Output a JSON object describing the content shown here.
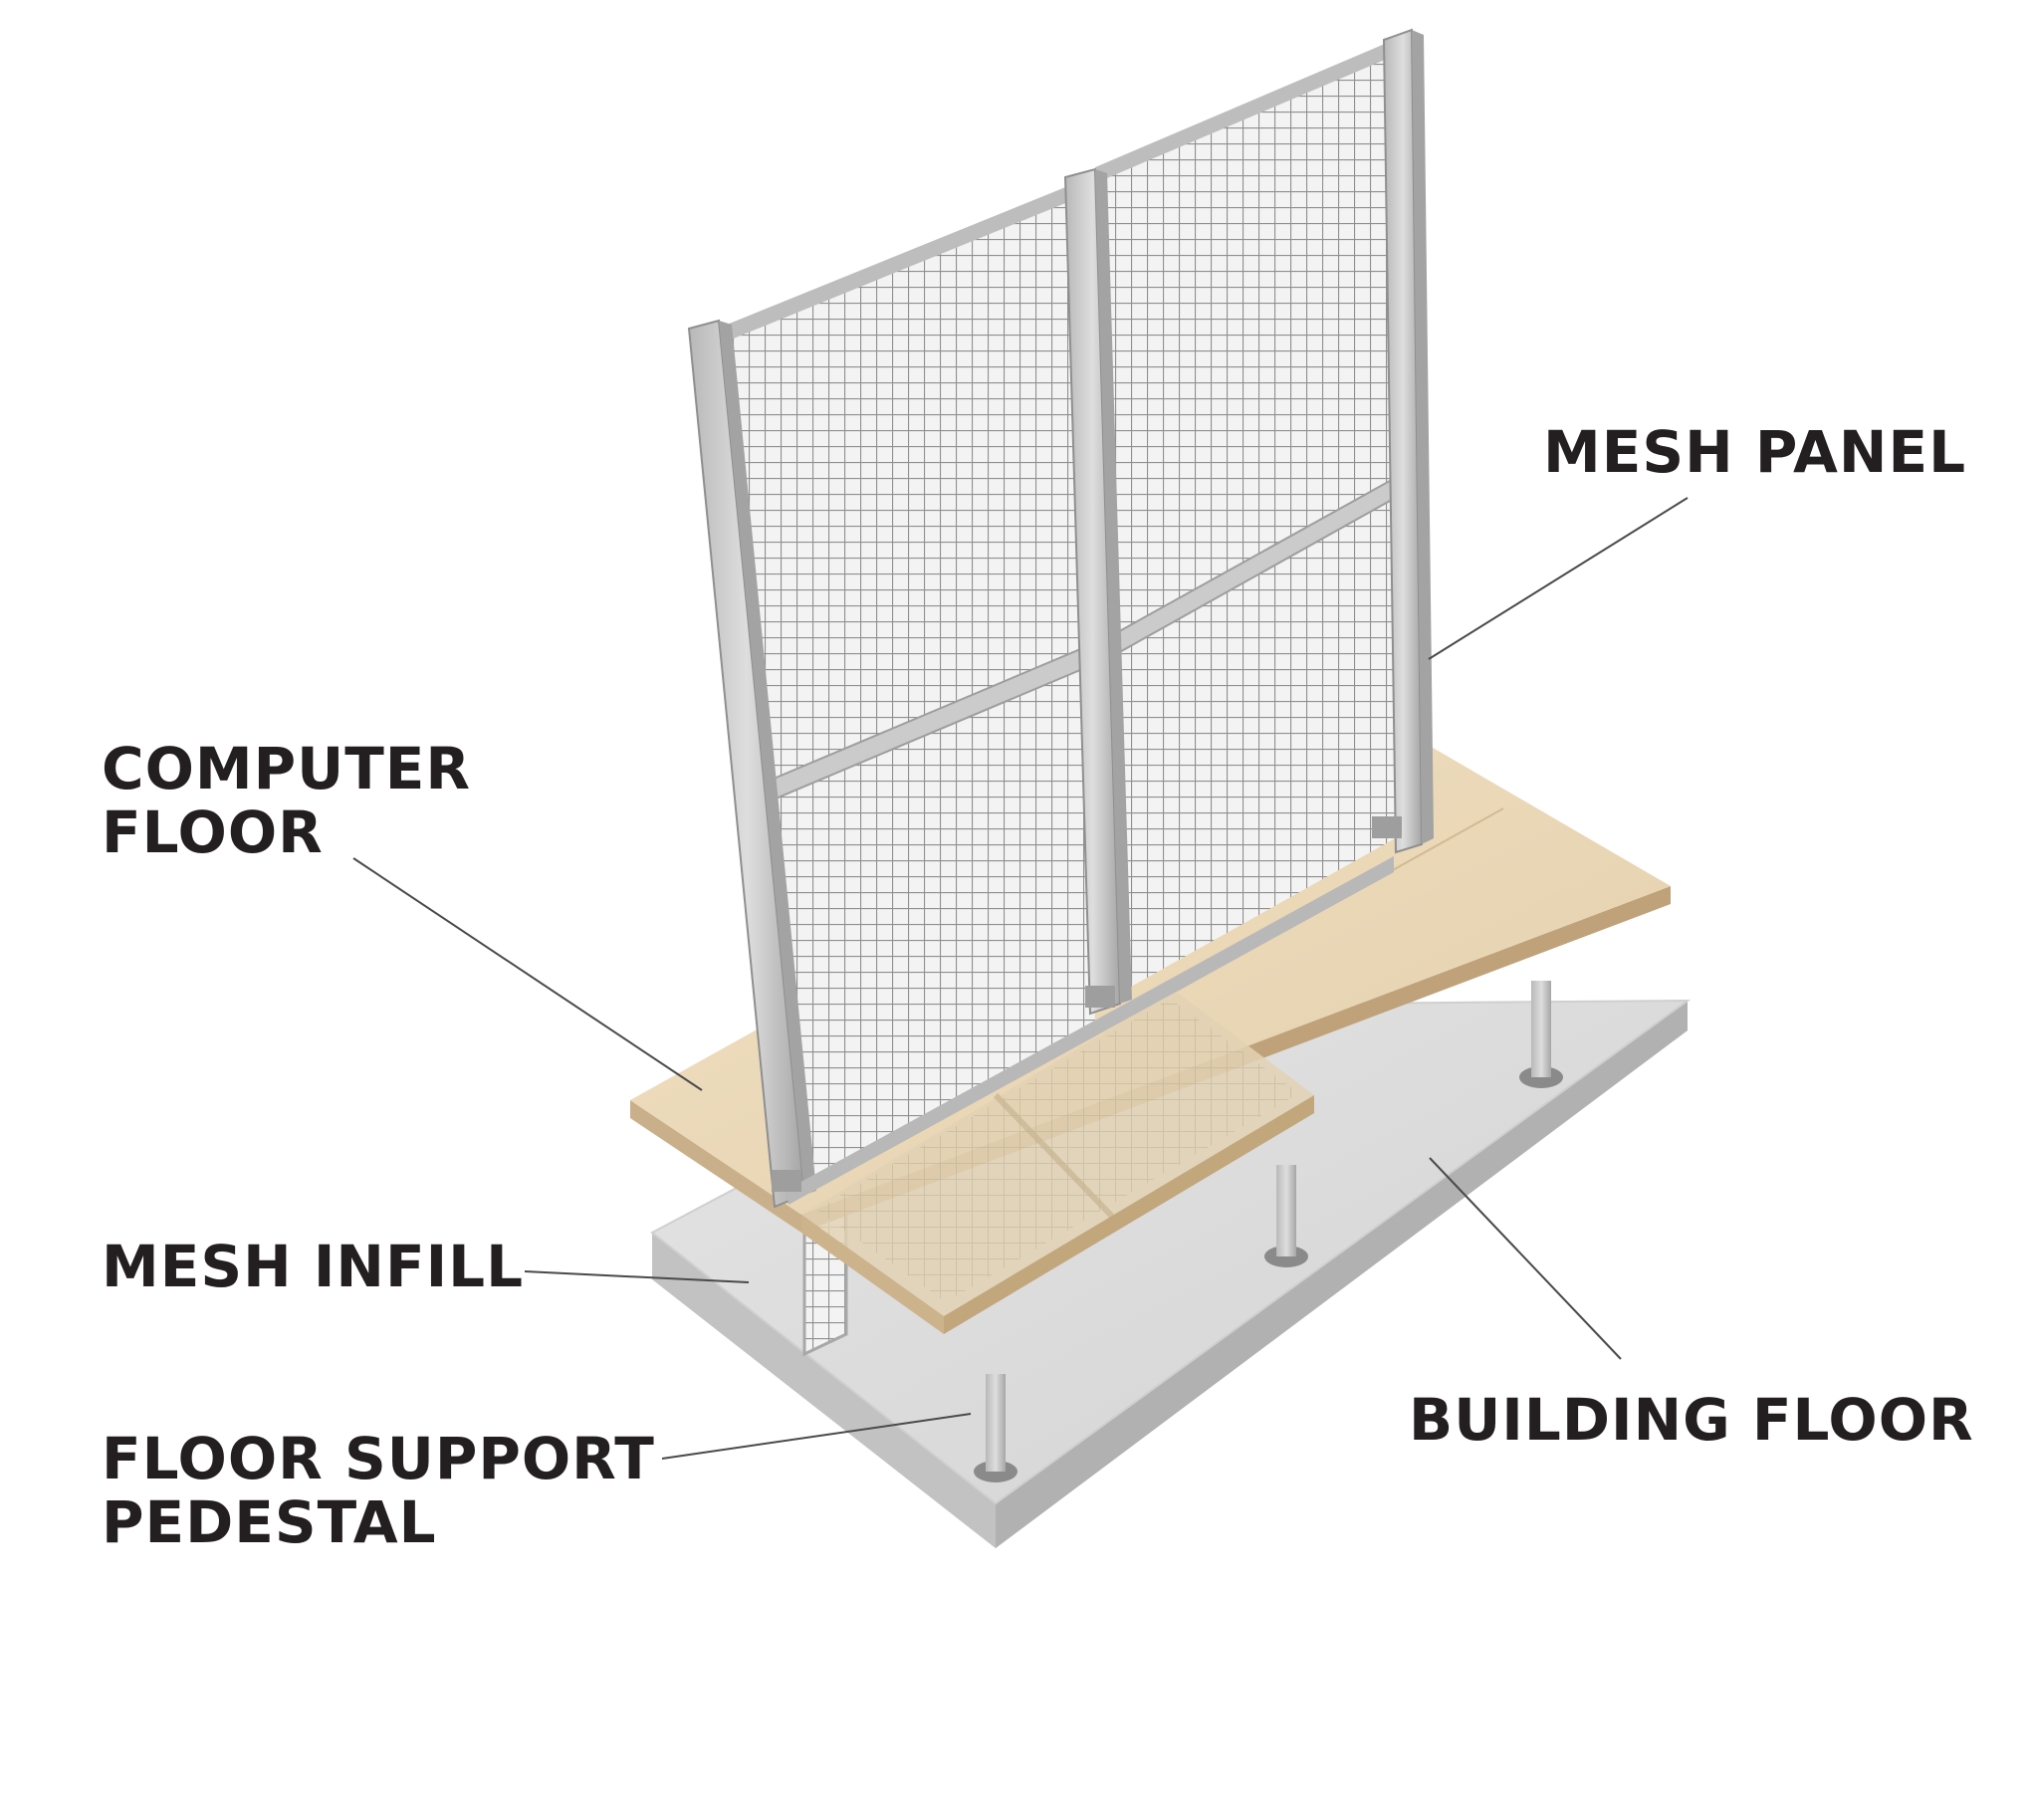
{
  "labels": {
    "mesh_panel": "MESH PANEL",
    "computer_floor_line1": "COMPUTER",
    "computer_floor_line2": "FLOOR",
    "mesh_infill": "MESH INFILL",
    "building_floor": "BUILDING FLOOR",
    "floor_support_line1": "FLOOR SUPPORT",
    "floor_support_line2": "PEDESTAL"
  },
  "colors": {
    "label_text": "#231f20",
    "leader_line": "#4a4a4a",
    "slab_top": "#dcdcdc",
    "slab_front": "#c4c4c4",
    "slab_side": "#b3b3b3",
    "floor_top": "#ebd8b7",
    "floor_edge": "#c9b08a",
    "frame_metal": "#c9c9c9",
    "mesh_wire": "#8f8f8f",
    "pedestal": "#9b9b9b"
  }
}
